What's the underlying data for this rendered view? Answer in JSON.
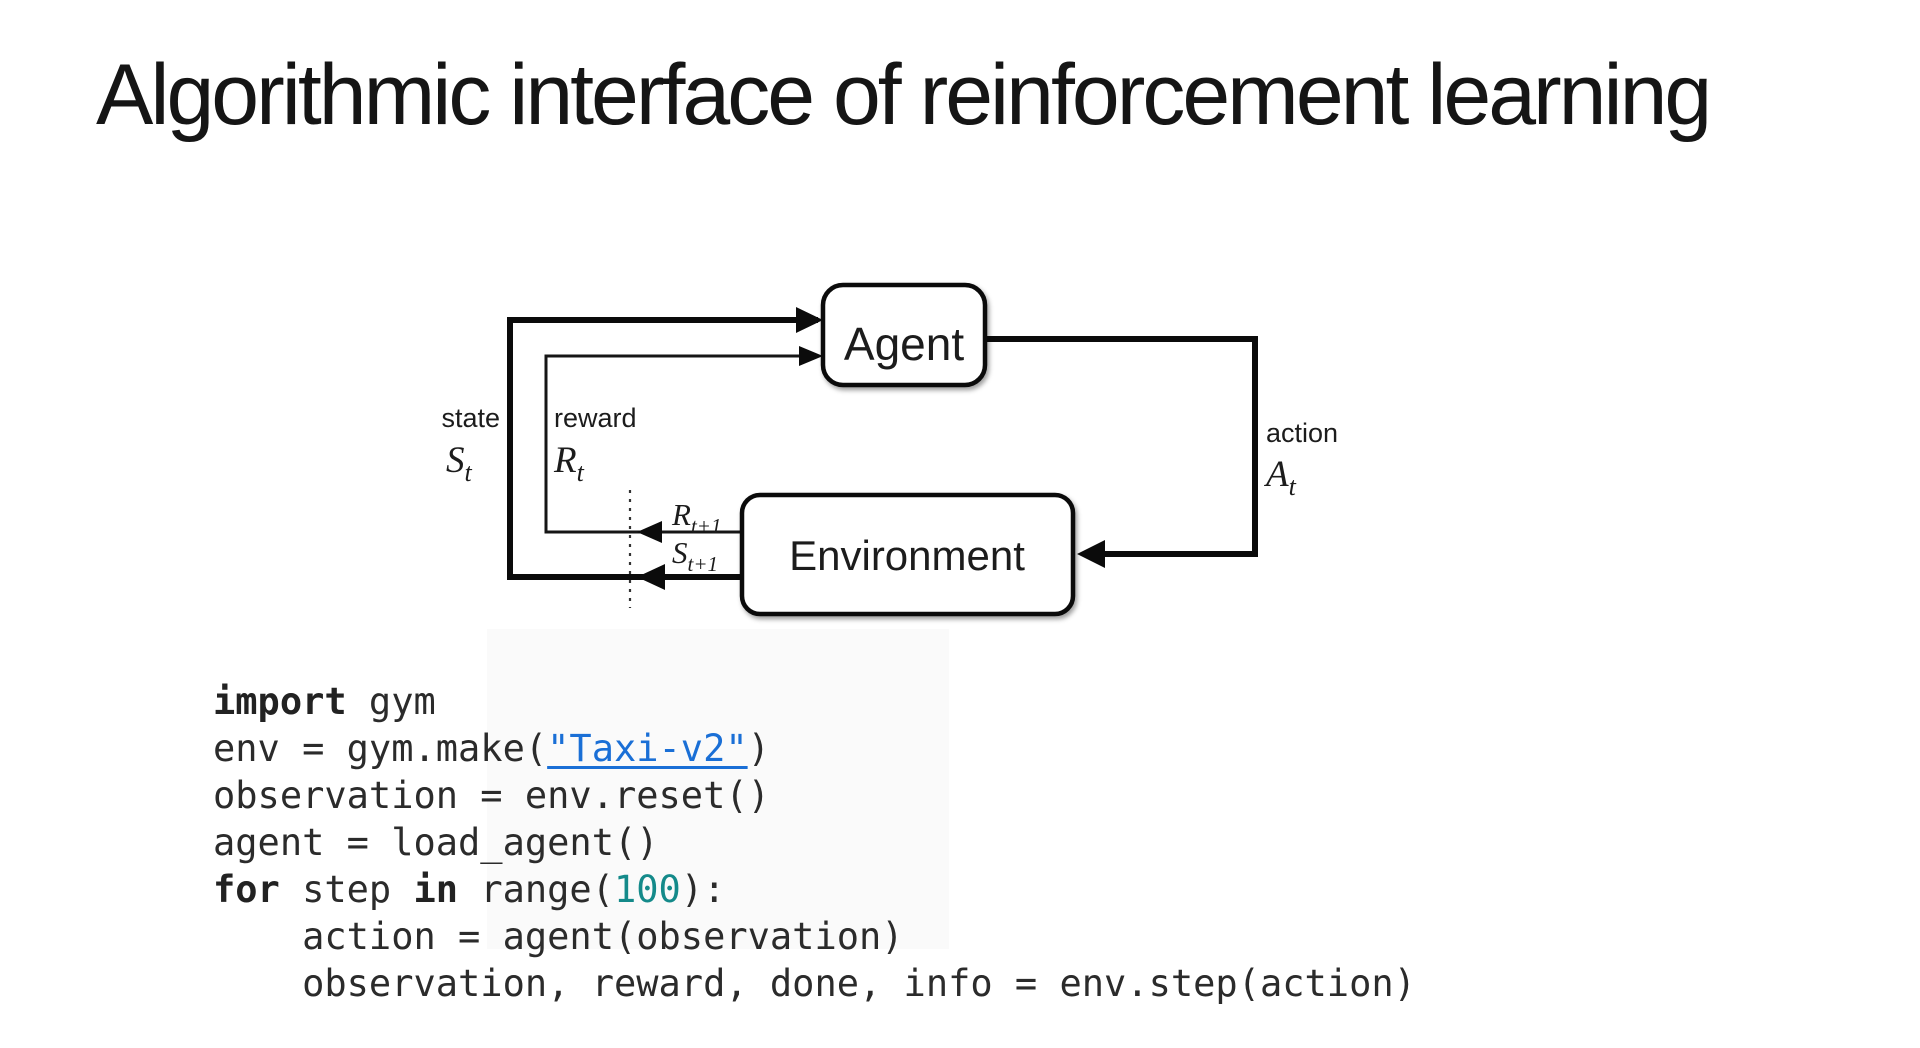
{
  "title": "Algorithmic interface of reinforcement learning",
  "diagram": {
    "agent_label": "Agent",
    "environment_label": "Environment",
    "state_label": "state",
    "state_symbol": {
      "base": "S",
      "sub": "t"
    },
    "reward_label": "reward",
    "reward_symbol": {
      "base": "R",
      "sub": "t"
    },
    "next_reward_symbol": {
      "base": "R",
      "sub": "t+1"
    },
    "next_state_symbol": {
      "base": "S",
      "sub": "t+1"
    },
    "action_label": "action",
    "action_symbol": {
      "base": "A",
      "sub": "t"
    }
  },
  "code": {
    "lines": [
      {
        "segments": [
          {
            "text": "import"
          },
          {
            "text": " gym"
          }
        ]
      },
      {
        "segments": [
          {
            "text": "env = gym.make("
          },
          {
            "text": "\"Taxi-v2\""
          },
          {
            "text": ")"
          }
        ]
      },
      {
        "segments": [
          {
            "text": "observation = env.reset()"
          }
        ]
      },
      {
        "segments": [
          {
            "text": "agent = load_agent()"
          }
        ]
      },
      {
        "segments": [
          {
            "text": "for"
          },
          {
            "text": " step "
          },
          {
            "text": "in"
          },
          {
            "text": " range("
          },
          {
            "text": "100"
          },
          {
            "text": "):"
          }
        ]
      },
      {
        "segments": [
          {
            "text": "    action = agent(observation)"
          }
        ]
      },
      {
        "segments": [
          {
            "text": "    observation, reward, done, info = env.step(action)"
          }
        ]
      }
    ]
  },
  "colors": {
    "link_blue": "#1a6fd6",
    "number_teal": "#148a8a",
    "code_text": "#2b2b2b",
    "diagram_ink": "#0b0b0b"
  }
}
